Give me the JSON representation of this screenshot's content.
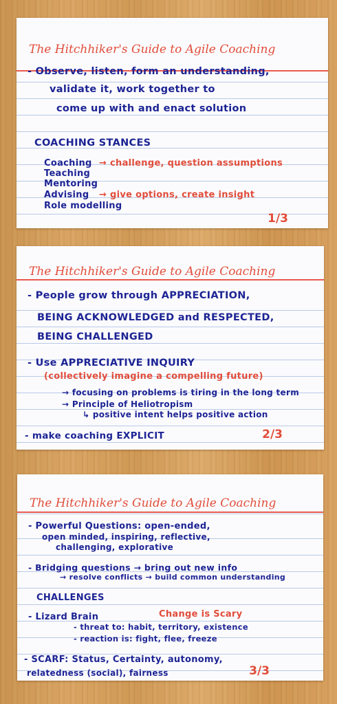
{
  "cards": [
    {
      "title": "The Hitchhiker's Guide to Agile Coaching",
      "lines": [
        "- Observe, listen, form an understanding,",
        "validate it, work together to",
        "come up with and enact solution",
        "COACHING STANCES",
        "Coaching",
        "→ challenge, question assumptions",
        "Teaching",
        "Mentoring",
        "Advising",
        "→ give options, create insight",
        "Role modelling"
      ],
      "page": "1/3"
    },
    {
      "title": "The Hitchhiker's Guide to Agile Coaching",
      "lines": [
        "- People grow through APPRECIATION,",
        "BEING ACKNOWLEDGED and RESPECTED,",
        "BEING CHALLENGED",
        "- Use APPRECIATIVE INQUIRY",
        "(collectively imagine a compelling future)",
        "→ focusing on problems is tiring in the long term",
        "→ Principle of Heliotropism",
        "↳ positive intent helps positive action",
        "- make coaching EXPLICIT"
      ],
      "page": "2/3"
    },
    {
      "title": "The Hitchhiker's Guide to Agile Coaching",
      "lines": [
        "- Powerful Questions: open-ended,",
        "open minded, inspiring, reflective,",
        "challenging, explorative",
        "- Bridging questions → bring out new info",
        "→ resolve conflicts → build common understanding",
        "CHALLENGES",
        "- Lizard Brain",
        "Change is Scary",
        "- threat to: habit, territory, existence",
        "- reaction is: fight, flee, freeze",
        "- SCARF: Status, Certainty, autonomy,",
        "relatedness (social), fairness"
      ],
      "page": "3/3"
    }
  ]
}
